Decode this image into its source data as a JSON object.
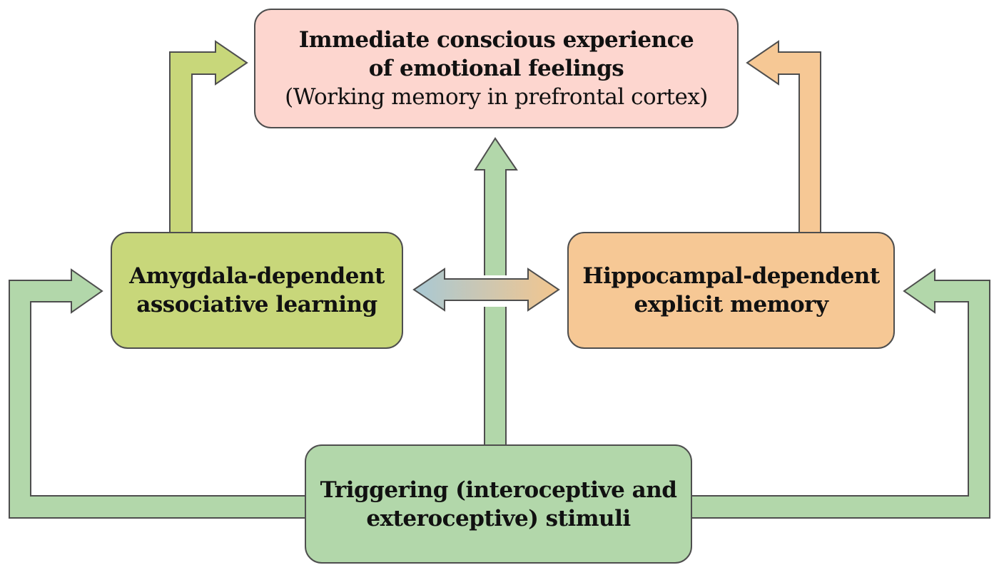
{
  "colors": {
    "top_box": "#fdd6cf",
    "amygdala": "#c8d77a",
    "hippocampal": "#f6c895",
    "triggering": "#b2d7aa",
    "outline": "#4e4e4e",
    "bidirectional_left": "#a8c8d4",
    "bidirectional_right": "#f3c68e"
  },
  "nodes": {
    "top": {
      "lines": [
        "Immediate conscious experience",
        "of emotional feelings",
        "(Working memory in prefrontal cortex)"
      ]
    },
    "amygdala": {
      "lines": [
        "Amygdala-dependent",
        "associative learning"
      ]
    },
    "hippocampal": {
      "lines": [
        "Hippocampal-dependent",
        "explicit memory"
      ]
    },
    "triggering": {
      "lines": [
        "Triggering (interoceptive and",
        "exteroceptive) stimuli"
      ]
    }
  },
  "edges": [
    {
      "from": "amygdala",
      "to": "top",
      "direction": "one-way"
    },
    {
      "from": "hippocampal",
      "to": "top",
      "direction": "one-way"
    },
    {
      "from": "triggering",
      "to": "top",
      "direction": "one-way"
    },
    {
      "from": "triggering",
      "to": "amygdala",
      "direction": "one-way"
    },
    {
      "from": "triggering",
      "to": "hippocampal",
      "direction": "one-way"
    },
    {
      "from": "amygdala",
      "to": "hippocampal",
      "direction": "two-way"
    }
  ]
}
